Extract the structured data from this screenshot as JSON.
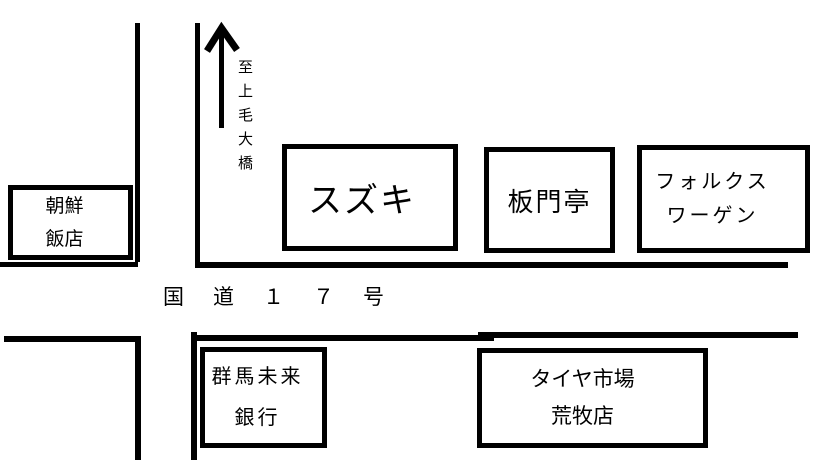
{
  "canvas": {
    "ink": "#000000",
    "paper": "#ffffff"
  },
  "route": {
    "label": "国　道　１　７　号"
  },
  "bridge": {
    "arrow_icon": "up-arrow",
    "label": "至上毛大橋"
  },
  "buildings": {
    "chosen_hanten": {
      "line1": "朝鮮",
      "line2": "飯店"
    },
    "suzuki": {
      "line1": "スズキ"
    },
    "hanmontei": {
      "line1": "板門亭"
    },
    "volkswagen": {
      "line1": "フォルクス",
      "line2": "ワーゲン"
    },
    "gunma_mirai_bank": {
      "line1": "群馬未来",
      "line2": "銀行"
    },
    "tire_ichiba_aramaki": {
      "line1": "タイヤ市場",
      "line2": "荒牧店"
    }
  }
}
